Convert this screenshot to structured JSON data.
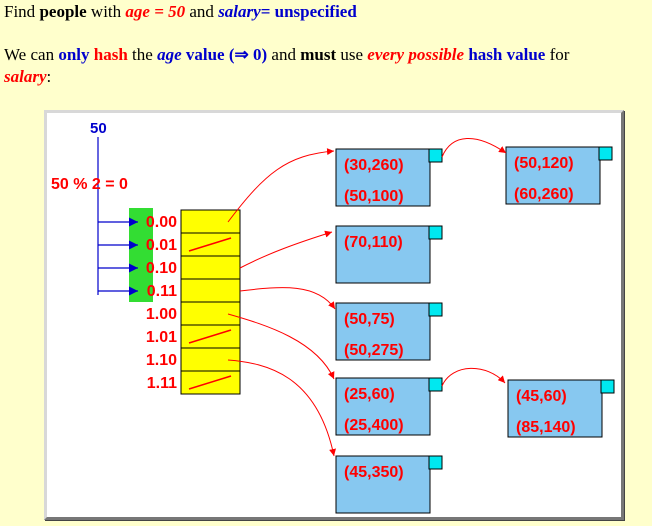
{
  "line1": {
    "find": "Find",
    "people": "people",
    "with": "with",
    "age_eq": "age = 50",
    "and": "and",
    "salary": "salary",
    "eq_unspecified": "= unspecified"
  },
  "para": {
    "we_can": "We can",
    "only": "only",
    "hash": "hash",
    "the": "the",
    "age": "age",
    "value": "value (⇒ 0)",
    "and": "and",
    "must": "must",
    "use": "use",
    "every_possible": "every possible",
    "hash_value": "hash value",
    "for": "for",
    "salary": "salary",
    "colon": ":"
  },
  "diagram": {
    "age_value": "50",
    "hash_expr": "50 % 2 = 0",
    "directory": [
      {
        "label": "0.00",
        "highlighted": true,
        "empty": false
      },
      {
        "label": "0.01",
        "highlighted": true,
        "empty": true
      },
      {
        "label": "0.10",
        "highlighted": true,
        "empty": false
      },
      {
        "label": "0.11",
        "highlighted": true,
        "empty": false
      },
      {
        "label": "1.00",
        "highlighted": false,
        "empty": false
      },
      {
        "label": "1.01",
        "highlighted": false,
        "empty": true
      },
      {
        "label": "1.10",
        "highlighted": false,
        "empty": false
      },
      {
        "label": "1.11",
        "highlighted": false,
        "empty": true
      }
    ],
    "buckets": [
      {
        "id": "b1",
        "records": [
          "(30,260)",
          "(50,100)"
        ]
      },
      {
        "id": "b1o",
        "records": [
          "(50,120)",
          "(60,260)"
        ]
      },
      {
        "id": "b2",
        "records": [
          "(70,110)"
        ]
      },
      {
        "id": "b3",
        "records": [
          "(50,75)",
          "(50,275)"
        ]
      },
      {
        "id": "b4",
        "records": [
          "(25,60)",
          "(25,400)"
        ]
      },
      {
        "id": "b4o",
        "records": [
          "(45,60)",
          "(85,140)"
        ]
      },
      {
        "id": "b5",
        "records": [
          "(45,350)"
        ]
      }
    ],
    "colors": {
      "red": "#ff0000",
      "blue": "#0000cc",
      "bucket_fill": "#87c8f0",
      "corner_fill": "#00e8f0",
      "dir_fill": "#ffff00",
      "highlight": "#33dd33"
    }
  }
}
